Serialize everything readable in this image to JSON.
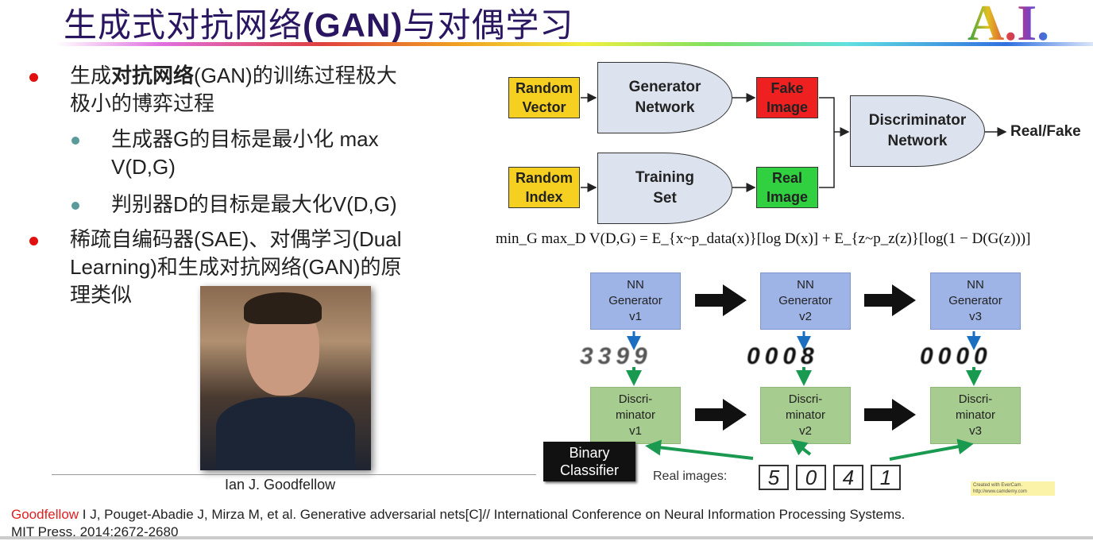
{
  "slide": {
    "title_cn1": "生成式对抗网络",
    "title_en": "(GAN)",
    "title_cn2": "与对偶学习",
    "logo": "A.I.",
    "bullets": [
      {
        "line1_pre": "生成",
        "line1_bold": "对抗网络",
        "line1_post": "(GAN)的训练过程极大",
        "line2": "极小的博弈过程"
      },
      {
        "line1": "稀疏自编码器(SAE)、对偶学习(Dual",
        "line2": "Learning)和生成对抗网络(GAN)的原",
        "line3": "理类似"
      }
    ],
    "sub_bullets": [
      {
        "line1": "生成器G的目标是最小化 max",
        "line2": "V(D,G)"
      },
      {
        "line1": "判别器D的目标是最大化V(D,G)"
      }
    ],
    "photo_caption": "Ian J. Goodfellow",
    "reference": {
      "author": "Goodfellow",
      "rest": " I J, Pouget-Abadie J, Mirza M, et al. Generative adversarial nets[C]// International Conference on Neural Information Processing Systems.",
      "line2": "MIT Press, 2014:2672-2680"
    }
  },
  "diagram_top": {
    "random_vector": [
      "Random",
      "Vector"
    ],
    "generator": [
      "Generator",
      "Network"
    ],
    "fake_image": [
      "Fake",
      "Image"
    ],
    "random_index": [
      "Random",
      "Index"
    ],
    "training_set": [
      "Training",
      "Set"
    ],
    "real_image": [
      "Real",
      "Image"
    ],
    "discriminator": [
      "Discriminator",
      "Network"
    ],
    "output": "Real/Fake"
  },
  "formula": "min_G max_D V(D,G) = E_{x~p_data(x)}[log D(x)] + E_{z~p_z(z)}[log(1 − D(G(z)))]",
  "diagram_bottom": {
    "generators": [
      [
        "NN",
        "Generator",
        "v1"
      ],
      [
        "NN",
        "Generator",
        "v2"
      ],
      [
        "NN",
        "Generator",
        "v3"
      ]
    ],
    "discriminators": [
      [
        "Discri-",
        "minator",
        "v1"
      ],
      [
        "Discri-",
        "minator",
        "v2"
      ],
      [
        "Discri-",
        "minator",
        "v3"
      ]
    ],
    "generated_digits": [
      "3399",
      "0008",
      "0000"
    ],
    "binary_classifier": [
      "Binary",
      "Classifier"
    ],
    "real_images_label": "Real images:",
    "real_digits": [
      "5",
      "0",
      "4",
      "1"
    ],
    "watermark": [
      "Created with EverCam.",
      "http://www.camdemy.com"
    ]
  },
  "colors": {
    "title": "#2a1660",
    "bullet_red": "#e01010",
    "bullet_teal": "#5a9a9a",
    "yellow": "#f5d020",
    "red": "#ee2020",
    "green": "#30d040",
    "reference_red": "#e02020"
  }
}
